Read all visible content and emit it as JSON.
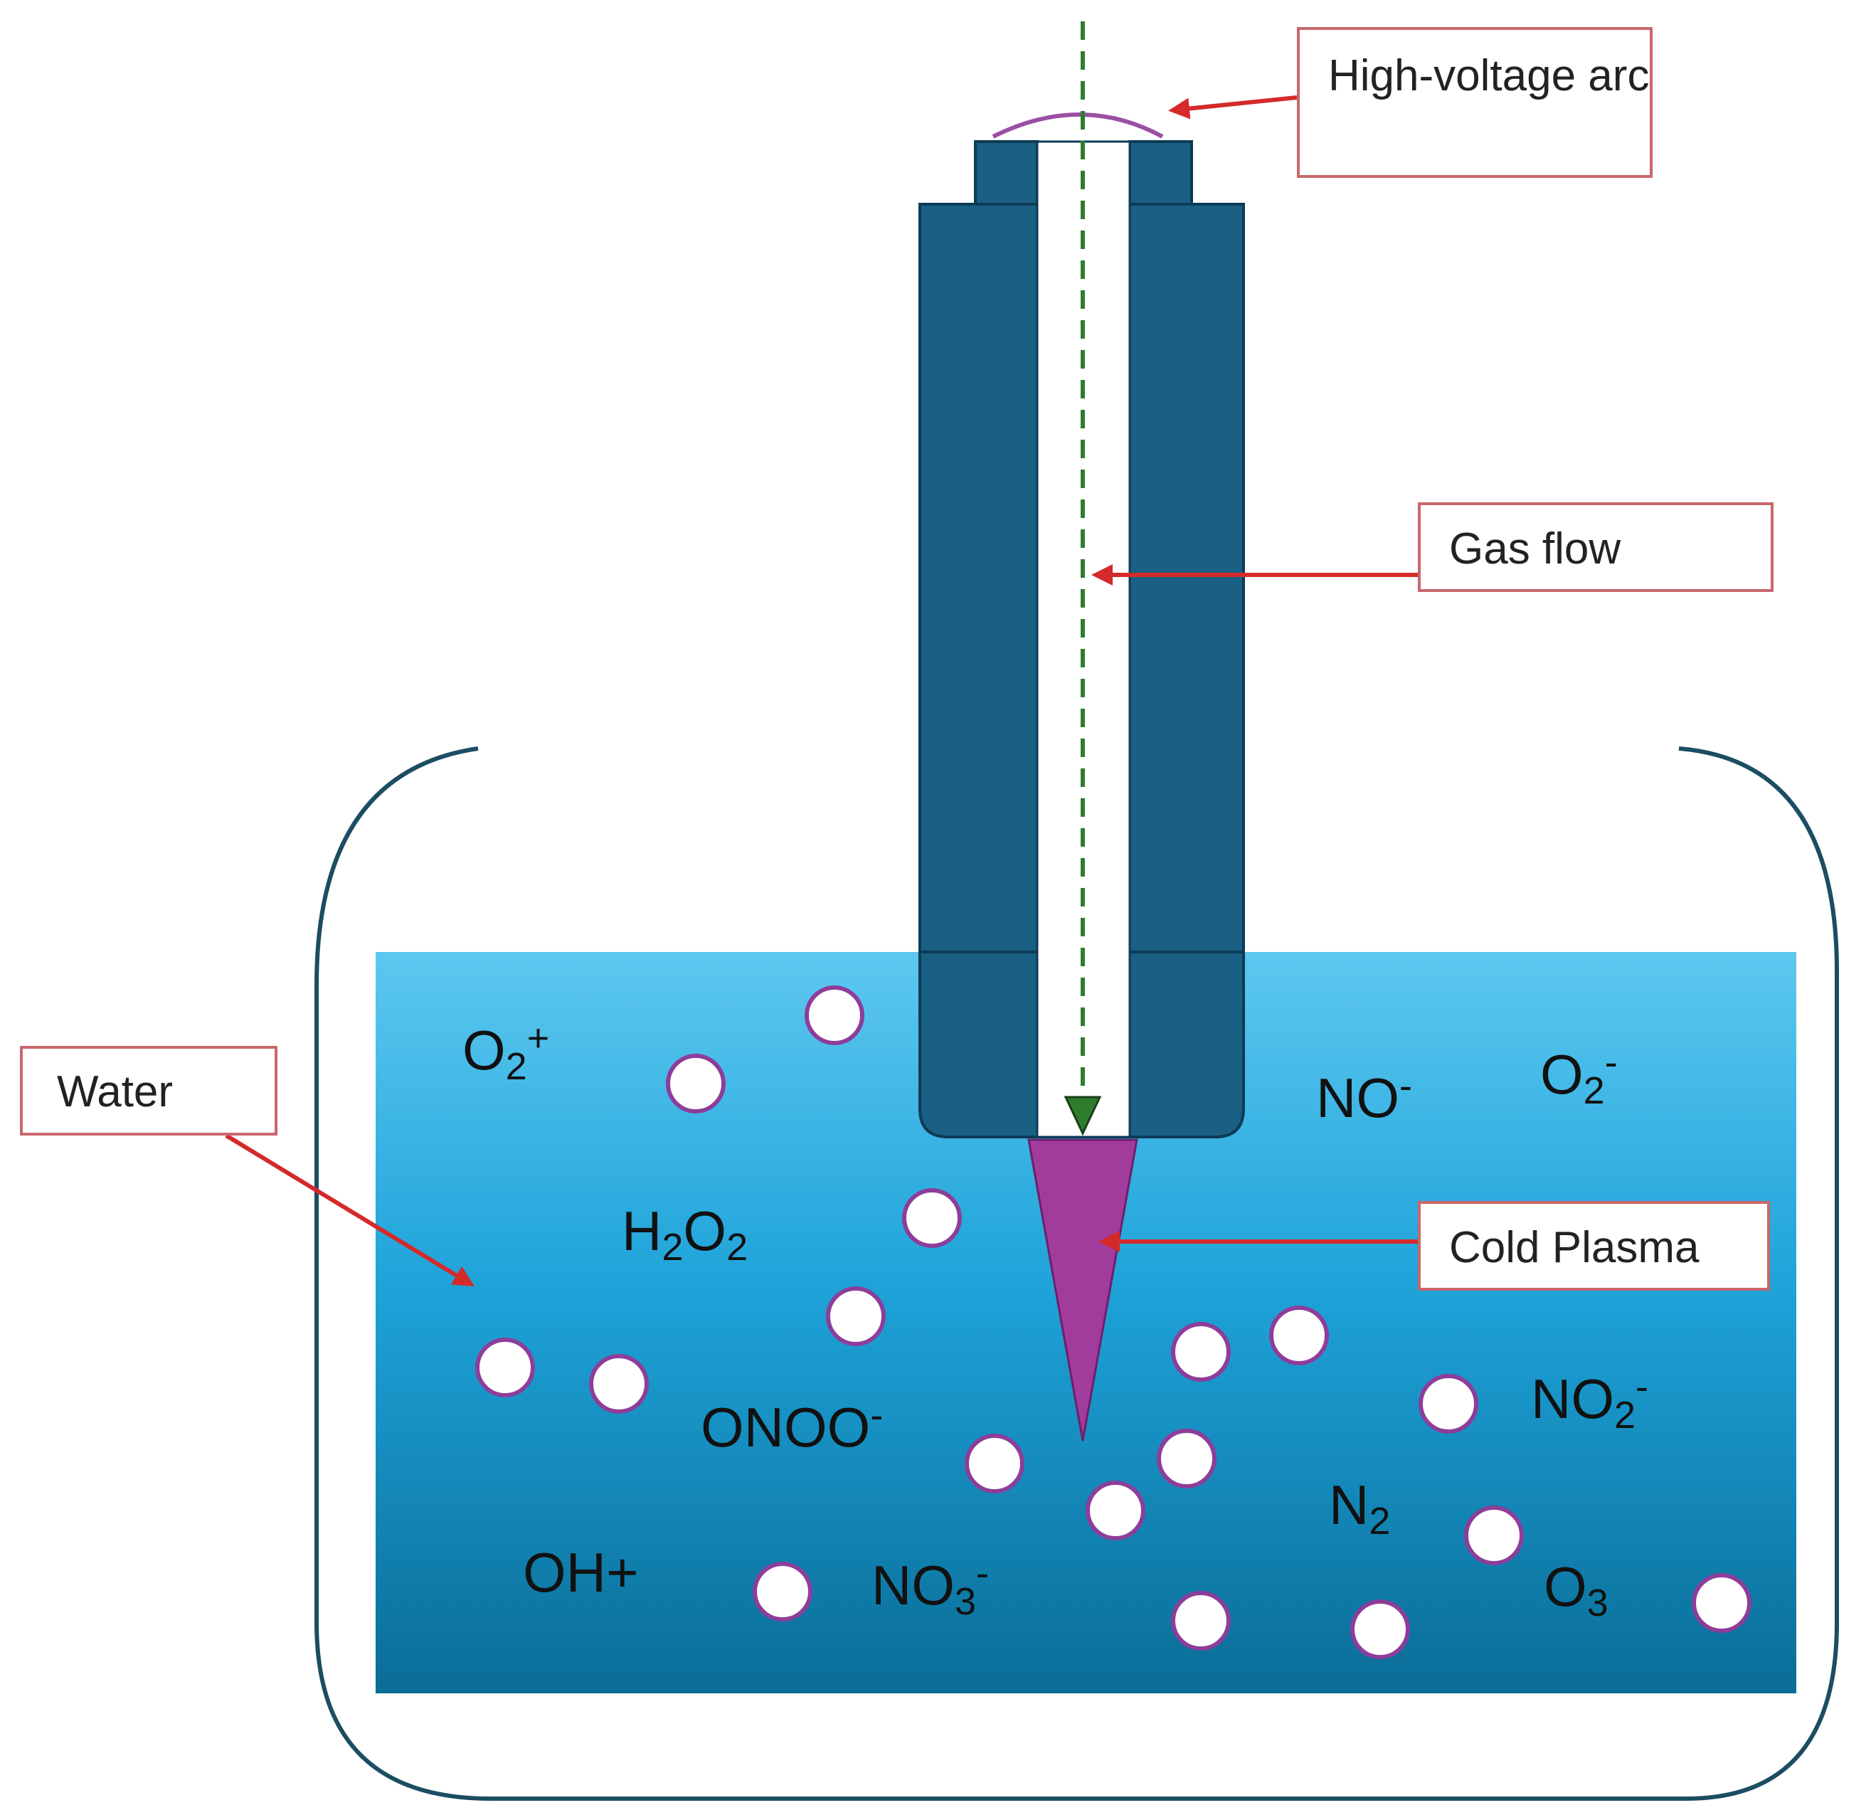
{
  "labels": {
    "arc": "High-voltage arc",
    "gas": "Gas flow",
    "plasma": "Cold Plasma",
    "water": "Water"
  },
  "species": [
    {
      "base": "O",
      "sub": "2",
      "sup": "+"
    },
    {
      "base": "H",
      "sub": "2",
      "rest": "O",
      "sub2": "2"
    },
    {
      "base": "ONOO",
      "sup": "-"
    },
    {
      "base": "OH+"
    },
    {
      "base": "NO",
      "sub": "3",
      "sup": "-"
    },
    {
      "base": "NO",
      "sup": "-"
    },
    {
      "base": "O",
      "sub": "2",
      "sup": "-"
    },
    {
      "base": "NO",
      "sub": "2",
      "sup": "-"
    },
    {
      "base": "N",
      "sub": "2"
    },
    {
      "base": "O",
      "sub": "3"
    }
  ],
  "colors": {
    "electrode": "#1a5f84",
    "electrode_stroke": "#0d3b55",
    "water_top": "#5dc8f0",
    "water_bottom": "#0a6d97",
    "plasma": "#a23c9c",
    "bubble_stroke": "#8d3d9a",
    "gas_line": "#2d7d2d",
    "arc": "#9b4fa3",
    "arrow": "#d42a2a",
    "vessel": "#1b4d63"
  }
}
